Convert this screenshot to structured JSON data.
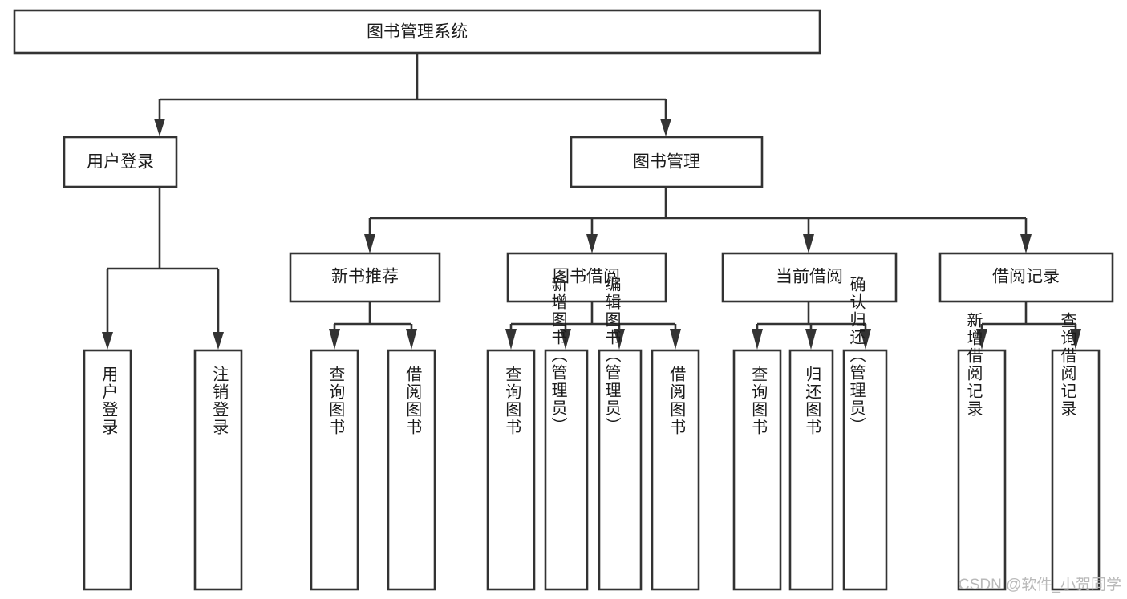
{
  "diagram": {
    "type": "tree-hierarchy-chart",
    "title": "图书管理系统",
    "levels": 4,
    "colors": {
      "box_stroke": "#333333",
      "box_fill": "#ffffff",
      "connector": "#333333",
      "text": "#1b1b1b",
      "background": "#ffffff",
      "watermark": "#b9b9b9"
    },
    "root": {
      "label": "图书管理系统",
      "orientation": "horizontal"
    },
    "level2": [
      {
        "label": "用户登录",
        "orientation": "horizontal"
      },
      {
        "label": "图书管理",
        "orientation": "horizontal"
      }
    ],
    "level3": [
      {
        "label": "新书推荐",
        "orientation": "horizontal"
      },
      {
        "label": "图书借阅",
        "orientation": "horizontal"
      },
      {
        "label": "当前借阅",
        "orientation": "horizontal"
      },
      {
        "label": "借阅记录",
        "orientation": "horizontal"
      }
    ],
    "leaves": {
      "user_login": [
        {
          "label": "用户登录",
          "orientation": "vertical"
        },
        {
          "label": "注销登录",
          "orientation": "vertical"
        }
      ],
      "new_book_recommend": [
        {
          "label": "查询图书",
          "orientation": "vertical"
        },
        {
          "label": "借阅图书",
          "orientation": "vertical"
        }
      ],
      "book_borrow": [
        {
          "label": "查询图书",
          "orientation": "vertical"
        },
        {
          "label": "新增图书（管理员）",
          "orientation": "vertical"
        },
        {
          "label": "编辑图书（管理员）",
          "orientation": "vertical"
        },
        {
          "label": "借阅图书",
          "orientation": "vertical"
        }
      ],
      "current_borrow": [
        {
          "label": "查询图书",
          "orientation": "vertical"
        },
        {
          "label": "归还图书",
          "orientation": "vertical"
        },
        {
          "label": "确认归还（管理员）",
          "orientation": "vertical"
        }
      ],
      "borrow_record": [
        {
          "label": "新增借阅记录",
          "orientation": "vertical"
        },
        {
          "label": "查询借阅记录",
          "orientation": "vertical"
        }
      ]
    },
    "watermark": "CSDN @软件_小贺同学"
  }
}
